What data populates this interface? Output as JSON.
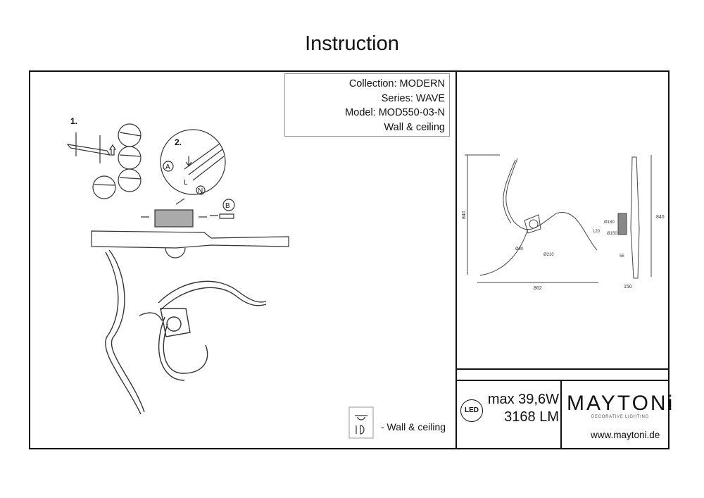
{
  "title": "Instruction",
  "info": {
    "collection": "Collection: MODERN",
    "series": "Series: WAVE",
    "model": "Model: MOD550-03-N",
    "mounting": "Wall & ceiling"
  },
  "assembly": {
    "step1": "1.",
    "step2": "2.",
    "label_a": "A",
    "label_b": "B",
    "label_l": "L",
    "label_n": "N"
  },
  "dimensions": {
    "height_front": "840",
    "width_front": "862",
    "dia_small": "Ø80",
    "dia_large": "Ø210",
    "height_side": "840",
    "depth_side": "150",
    "offset": "55",
    "mount_spacing": "120",
    "base_dia_outer": "Ø180",
    "base_dia_inner": "Ø150"
  },
  "legend": {
    "label": "- Wall & ceiling"
  },
  "spec": {
    "led_badge": "LED",
    "power": "max 39,6W",
    "lumens": "3168 LM"
  },
  "brand": {
    "name": "MAYTONi",
    "tagline": "DECORATIVE LIGHTING",
    "url": "www.maytoni.de"
  }
}
